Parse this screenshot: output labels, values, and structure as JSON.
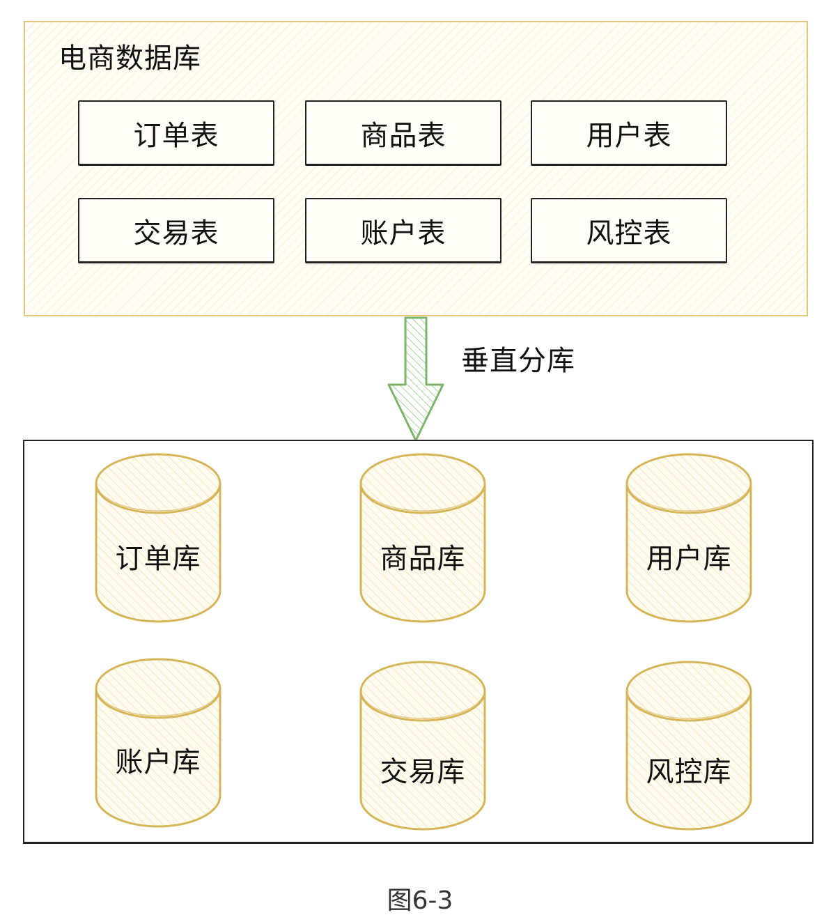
{
  "source_database": {
    "title": "电商数据库",
    "tables": [
      {
        "label": "订单表"
      },
      {
        "label": "商品表"
      },
      {
        "label": "用户表"
      },
      {
        "label": "交易表"
      },
      {
        "label": "账户表"
      },
      {
        "label": "风控表"
      }
    ]
  },
  "arrow": {
    "label": "垂直分库",
    "color": "#7db36b"
  },
  "target_databases": {
    "databases": [
      {
        "label": "订单库"
      },
      {
        "label": "商品库"
      },
      {
        "label": "用户库"
      },
      {
        "label": "账户库"
      },
      {
        "label": "交易库"
      },
      {
        "label": "风控库"
      }
    ]
  },
  "caption": "图6-3",
  "colors": {
    "cylinder_stroke": "#d6b458",
    "source_border": "#e2c77a"
  }
}
